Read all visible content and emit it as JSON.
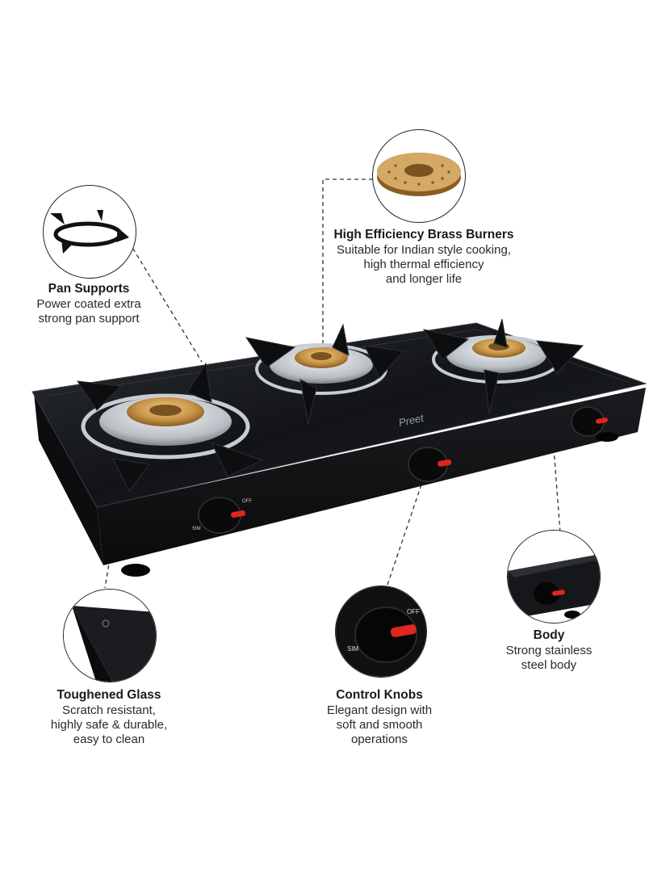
{
  "brand_mark": "Preet",
  "knob_labels": {
    "sim": "SIM",
    "off": "OFF"
  },
  "callouts": {
    "brass_burners": {
      "title": "High Efficiency Brass Burners",
      "desc": "Suitable for Indian style cooking,\nhigh thermal efficiency\nand longer life"
    },
    "pan_supports": {
      "title": "Pan Supports",
      "desc": "Power coated extra\nstrong pan support"
    },
    "toughened_glass": {
      "title": "Toughened Glass",
      "desc": "Scratch resistant,\nhighly safe & durable,\neasy to clean"
    },
    "control_knobs": {
      "title": "Control Knobs",
      "desc": "Elegant design with\nsoft and smooth\noperations"
    },
    "body": {
      "title": "Body",
      "desc": "Strong stainless\nsteel body"
    }
  },
  "colors": {
    "glass": "#15171a",
    "brass": "#c9964a",
    "knob_accent": "#e0261f",
    "steel": "#c8cdd2"
  }
}
